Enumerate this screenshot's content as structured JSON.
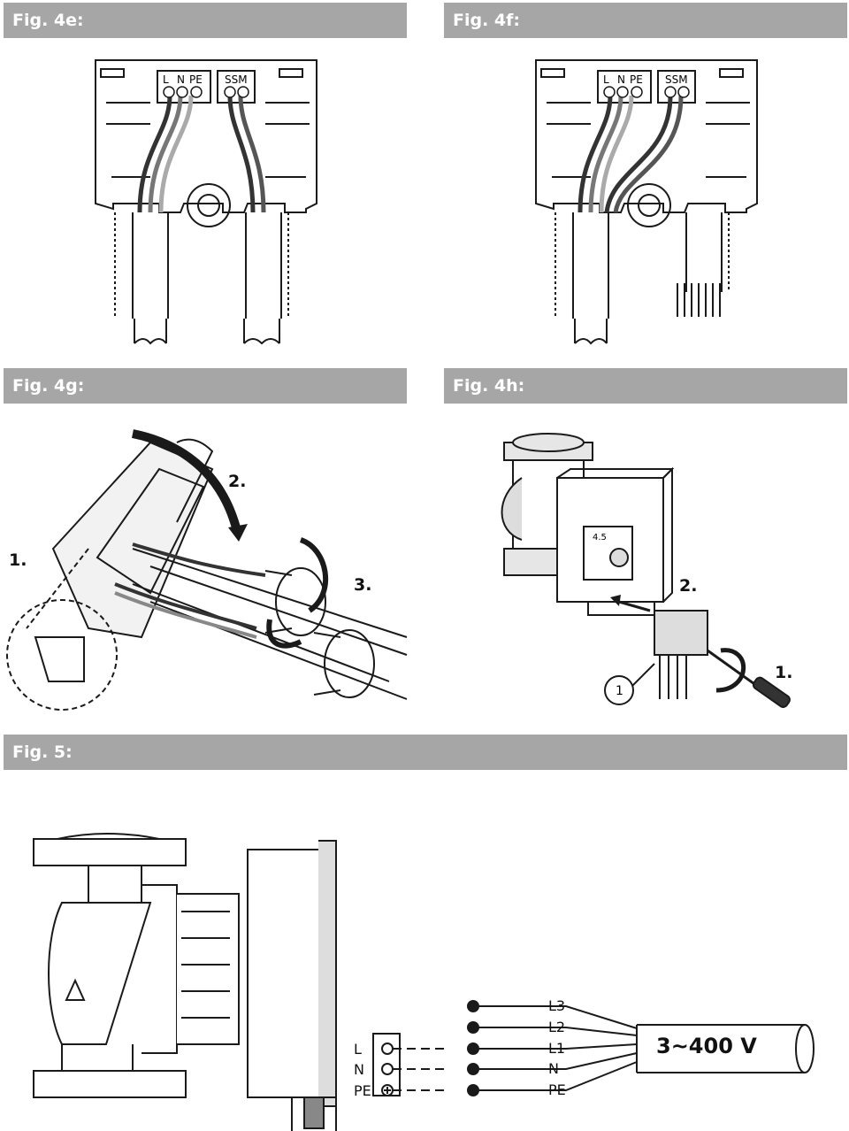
{
  "figures": {
    "fig_4e": {
      "caption": "Fig. 4e:",
      "terminal_power": {
        "l": "L",
        "n": "N",
        "pe": "PE"
      },
      "terminal_ssm": "SSM"
    },
    "fig_4f": {
      "caption": "Fig. 4f:",
      "terminal_power": {
        "l": "L",
        "n": "N",
        "pe": "PE"
      },
      "terminal_ssm": "SSM"
    },
    "fig_4g": {
      "caption": "Fig. 4g:",
      "steps": {
        "s1": "1.",
        "s2": "2.",
        "s3": "3."
      }
    },
    "fig_4h": {
      "caption": "Fig. 4h:",
      "steps": {
        "s1": "1.",
        "s2": "2."
      },
      "callout": "1",
      "display_value": "4.5"
    },
    "fig_5": {
      "caption": "Fig. 5:",
      "terminals": {
        "l": "L",
        "n": "N",
        "pe": "PE"
      },
      "wires": [
        "L3",
        "L2",
        "L1",
        "N",
        "PE"
      ],
      "supply": "3~400 V"
    }
  },
  "colors": {
    "bar": "#a6a6a6",
    "line": "#1a1a1a"
  }
}
